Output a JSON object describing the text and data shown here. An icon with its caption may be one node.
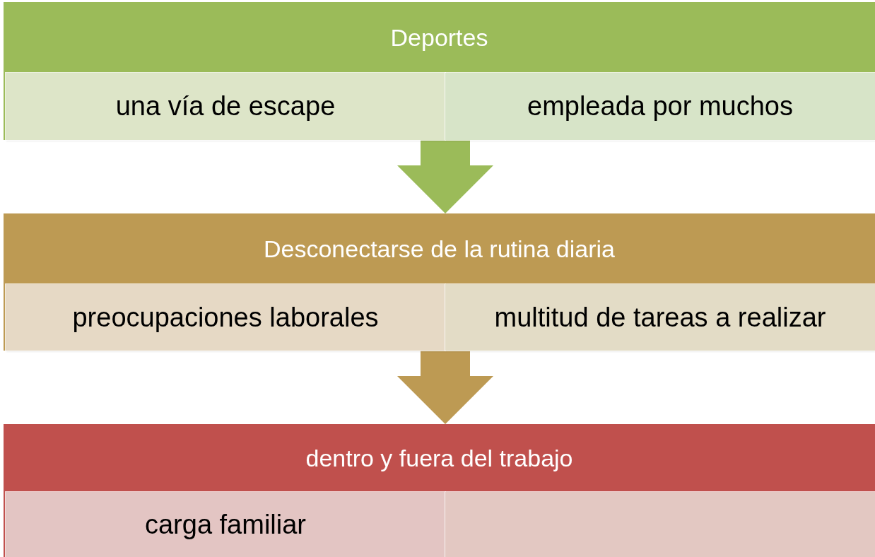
{
  "diagram": {
    "nodes": [
      {
        "text": [
          "Deportes"
        ]
      },
      {
        "text": [
          "una vía de escape"
        ],
        "in": 0
      },
      {
        "text": [
          "empleada por muchos"
        ],
        "in": 0
      },
      {
        "text": [
          "Desconectarse de la rutina diaria"
        ]
      },
      {
        "text": [
          "preocupaciones laborales"
        ],
        "in": 3
      },
      {
        "text": [
          "multitud de tareas a realizar"
        ],
        "in": 3
      },
      {
        "text": [
          "dentro y fuera del trabajo"
        ]
      },
      {
        "text": [
          "carga familiar"
        ],
        "in": 6
      },
      {
        "text": [],
        "shape": "box",
        "in": 6
      }
    ],
    "edges": [
      {
        "from": 0,
        "to": 3,
        "arrow": "to",
        "color": "#9bbb59"
      },
      {
        "from": 3,
        "to": 6,
        "arrow": "to",
        "color": "#bd9a53"
      }
    ]
  }
}
